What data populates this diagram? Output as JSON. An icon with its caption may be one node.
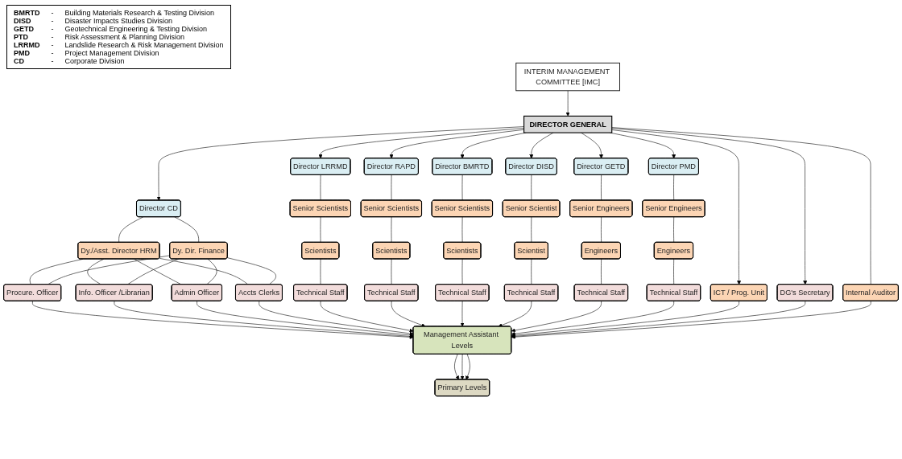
{
  "diagram": {
    "nodes": [
      {
        "text": [
          "DIRECTOR GENERAL"
        ]
      },
      {
        "text": [
          "INTERIM MANAGEMENT COMMITTEE [IMC]"
        ]
      },
      {
        "text": [
          "Director CD"
        ]
      },
      {
        "text": [
          "Director LRRMD"
        ]
      },
      {
        "text": [
          "Director RAPD"
        ]
      },
      {
        "text": [
          "Director BMRTD"
        ]
      },
      {
        "text": [
          "Director DISD"
        ]
      },
      {
        "text": [
          "Director GETD"
        ]
      },
      {
        "text": [
          "Director PMD"
        ]
      },
      {
        "text": [
          "Dy./Asst. Director HRM"
        ]
      },
      {
        "text": [
          "Dy. Dir. Finance"
        ]
      },
      {
        "text": [
          "Procure. Officer"
        ]
      },
      {
        "text": [
          "Info. Officer /Librarian"
        ]
      },
      {
        "text": [
          "Admin Officer"
        ]
      },
      {
        "text": [
          "Accts Clerks"
        ]
      },
      {
        "text": [
          "Senior Scientists"
        ]
      },
      {
        "text": [
          "Scientists"
        ]
      },
      {
        "text": [
          "Technical Staff"
        ]
      },
      {
        "text": [
          "Senior Scientists"
        ]
      },
      {
        "text": [
          "Scientists"
        ]
      },
      {
        "text": [
          "Technical Staff"
        ]
      },
      {
        "text": [
          "Senior Scientists"
        ]
      },
      {
        "text": [
          "Scientists"
        ]
      },
      {
        "text": [
          "Technical Staff"
        ]
      },
      {
        "text": [
          "Senior Scientist"
        ]
      },
      {
        "text": [
          "Scientist"
        ]
      },
      {
        "text": [
          "Technical Staff"
        ]
      },
      {
        "text": [
          "Senior Engineers"
        ]
      },
      {
        "text": [
          "Engineers"
        ]
      },
      {
        "text": [
          "Technical Staff"
        ]
      },
      {
        "text": [
          "Senior Engineers"
        ]
      },
      {
        "text": [
          "Engineers"
        ]
      },
      {
        "text": [
          "Technical Staff"
        ]
      },
      {
        "text": [
          "ICT / Prog. Unit"
        ]
      },
      {
        "text": [
          "Internal Auditor"
        ]
      },
      {
        "text": [
          "DG's Secretary"
        ]
      },
      {
        "text": [
          "Management Assistant Levels"
        ]
      },
      {
        "text": [
          "Primary Levels"
        ]
      }
    ],
    "edges": [
      {
        "from": 1,
        "to": 0,
        "arrow": "to"
      },
      {
        "from": 0,
        "to": 2,
        "arrow": "to"
      },
      {
        "from": 0,
        "to": 3,
        "arrow": "to"
      },
      {
        "from": 0,
        "to": 4,
        "arrow": "to"
      },
      {
        "from": 0,
        "to": 5,
        "arrow": "to"
      },
      {
        "from": 0,
        "to": 6,
        "arrow": "to"
      },
      {
        "from": 0,
        "to": 7,
        "arrow": "to"
      },
      {
        "from": 0,
        "to": 8,
        "arrow": "to"
      },
      {
        "from": 0,
        "to": 33,
        "arrow": "to"
      },
      {
        "from": 0,
        "to": 35,
        "arrow": "to"
      },
      {
        "from": 0,
        "to": 34,
        "arrow": "none"
      },
      {
        "from": 2,
        "to": 9,
        "arrow": "none"
      },
      {
        "from": 2,
        "to": 10,
        "arrow": "none"
      },
      {
        "from": 9,
        "to": 11,
        "arrow": "none"
      },
      {
        "from": 9,
        "to": 12,
        "arrow": "none"
      },
      {
        "from": 9,
        "to": 13,
        "arrow": "none"
      },
      {
        "from": 9,
        "to": 14,
        "arrow": "none"
      },
      {
        "from": 10,
        "to": 11,
        "arrow": "none"
      },
      {
        "from": 10,
        "to": 12,
        "arrow": "none"
      },
      {
        "from": 10,
        "to": 13,
        "arrow": "none"
      },
      {
        "from": 10,
        "to": 14,
        "arrow": "none"
      },
      {
        "from": 3,
        "to": 15,
        "arrow": "none"
      },
      {
        "from": 15,
        "to": 16,
        "arrow": "none"
      },
      {
        "from": 16,
        "to": 17,
        "arrow": "none"
      },
      {
        "from": 4,
        "to": 18,
        "arrow": "none"
      },
      {
        "from": 18,
        "to": 19,
        "arrow": "none"
      },
      {
        "from": 19,
        "to": 20,
        "arrow": "none"
      },
      {
        "from": 5,
        "to": 21,
        "arrow": "none"
      },
      {
        "from": 21,
        "to": 22,
        "arrow": "none"
      },
      {
        "from": 22,
        "to": 23,
        "arrow": "none"
      },
      {
        "from": 6,
        "to": 24,
        "arrow": "none"
      },
      {
        "from": 24,
        "to": 25,
        "arrow": "none"
      },
      {
        "from": 25,
        "to": 26,
        "arrow": "none"
      },
      {
        "from": 7,
        "to": 27,
        "arrow": "none"
      },
      {
        "from": 27,
        "to": 28,
        "arrow": "none"
      },
      {
        "from": 28,
        "to": 29,
        "arrow": "none"
      },
      {
        "from": 8,
        "to": 30,
        "arrow": "none"
      },
      {
        "from": 30,
        "to": 31,
        "arrow": "none"
      },
      {
        "from": 31,
        "to": 32,
        "arrow": "none"
      },
      {
        "from": 11,
        "to": 36,
        "arrow": "to"
      },
      {
        "from": 12,
        "to": 36,
        "arrow": "to"
      },
      {
        "from": 13,
        "to": 36,
        "arrow": "to"
      },
      {
        "from": 14,
        "to": 36,
        "arrow": "to"
      },
      {
        "from": 17,
        "to": 36,
        "arrow": "to"
      },
      {
        "from": 20,
        "to": 36,
        "arrow": "to"
      },
      {
        "from": 23,
        "to": 36,
        "arrow": "to"
      },
      {
        "from": 26,
        "to": 36,
        "arrow": "to"
      },
      {
        "from": 29,
        "to": 36,
        "arrow": "to"
      },
      {
        "from": 32,
        "to": 36,
        "arrow": "to"
      },
      {
        "from": 33,
        "to": 36,
        "arrow": "to"
      },
      {
        "from": 35,
        "to": 36,
        "arrow": "to"
      },
      {
        "from": 34,
        "to": 36,
        "arrow": "to"
      },
      {
        "from": 36,
        "to": 37,
        "arrow": "to"
      },
      {
        "from": 36,
        "to": 37,
        "arrow": "to"
      },
      {
        "from": 36,
        "to": 37,
        "arrow": "to"
      }
    ],
    "labels": [
      "BMRTD",
      "-",
      "Building Materials Research & Testing Division",
      "DISD",
      "-",
      "Disaster Impacts Studies Division",
      "GETD",
      "-",
      "Geotechnical Engineering & Testing Division",
      "PTD",
      "-",
      "Risk Assessment & Planning Division",
      "LRRMD",
      "-",
      "Landslide Research & Risk Management Division",
      "PMD",
      "-",
      "Project Management Division",
      "CD",
      "-",
      "Corporate Division"
    ]
  }
}
